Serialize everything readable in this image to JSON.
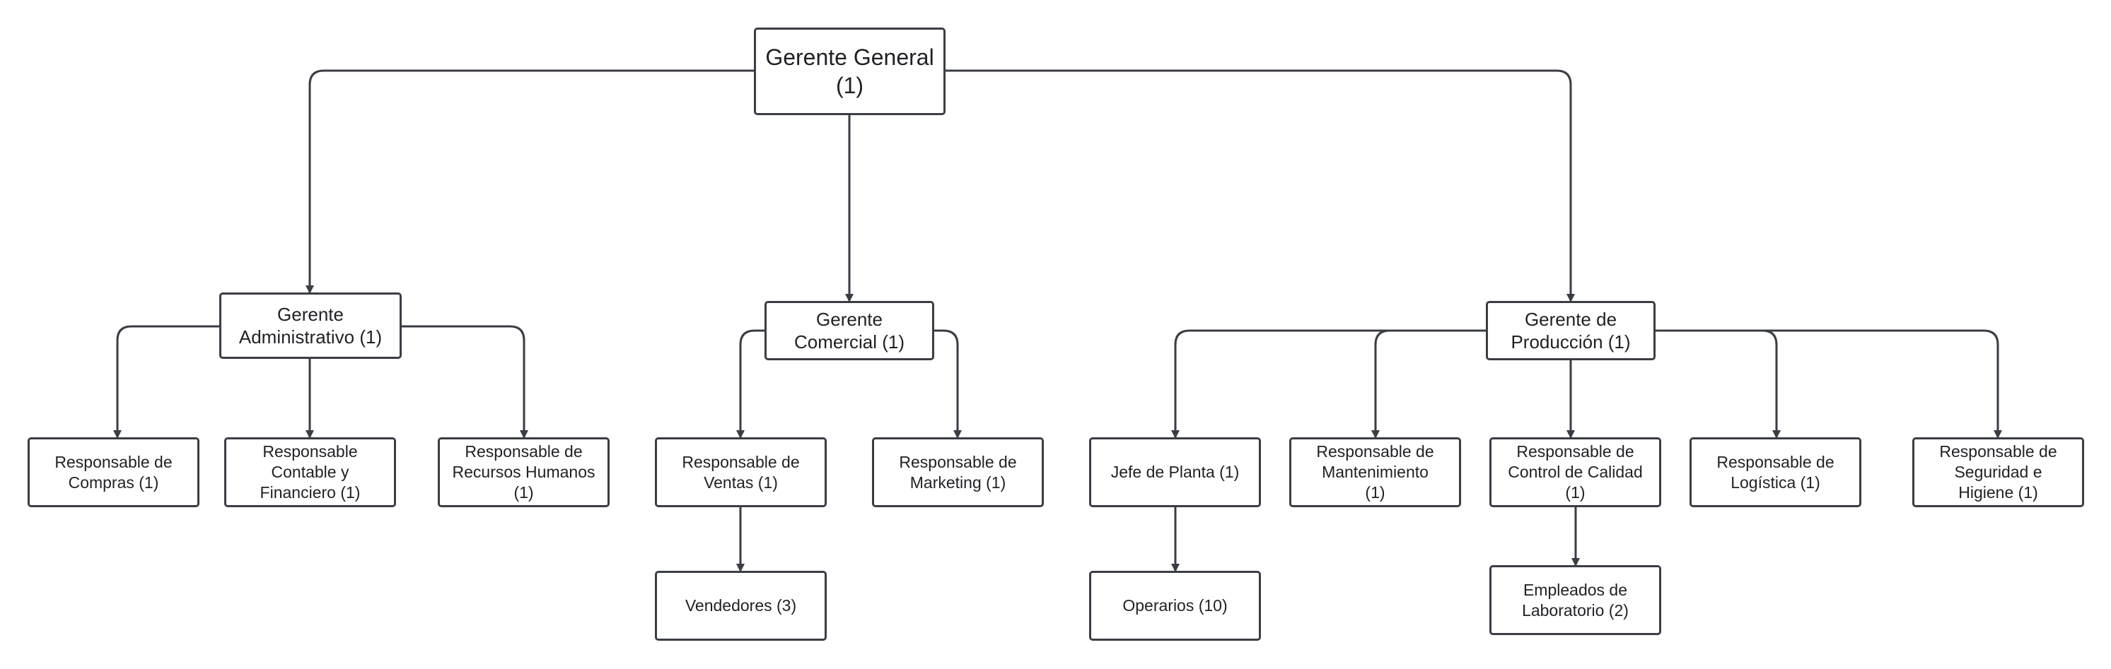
{
  "colors": {
    "line": "#3a3d44",
    "box_border": "#3a3d44",
    "text": "#1f2124",
    "background": "#ffffff"
  },
  "org_chart": {
    "root": {
      "label": "Gerente General\n(1)"
    },
    "admin": {
      "label": "Gerente\nAdministrativo (1)",
      "compras": "Responsable de\nCompras (1)",
      "contable": "Responsable\nContable y\nFinanciero (1)",
      "rrhh": "Responsable de\nRecursos Humanos\n(1)"
    },
    "comercial": {
      "label": "Gerente\nComercial (1)",
      "ventas": "Responsable de\nVentas (1)",
      "marketing": "Responsable de\nMarketing (1)",
      "vendedores": "Vendedores (3)"
    },
    "produccion": {
      "label": "Gerente de\nProducción (1)",
      "jefe_planta": "Jefe de Planta (1)",
      "mantenimiento": "Responsable de\nMantenimiento\n(1)",
      "calidad": "Responsable de\nControl de Calidad\n(1)",
      "logistica": "Responsable de\nLogística (1)",
      "seguridad": "Responsable de\nSeguridad e\nHigiene (1)",
      "operarios": "Operarios (10)",
      "laboratorio": "Empleados de\nLaboratorio (2)"
    }
  }
}
